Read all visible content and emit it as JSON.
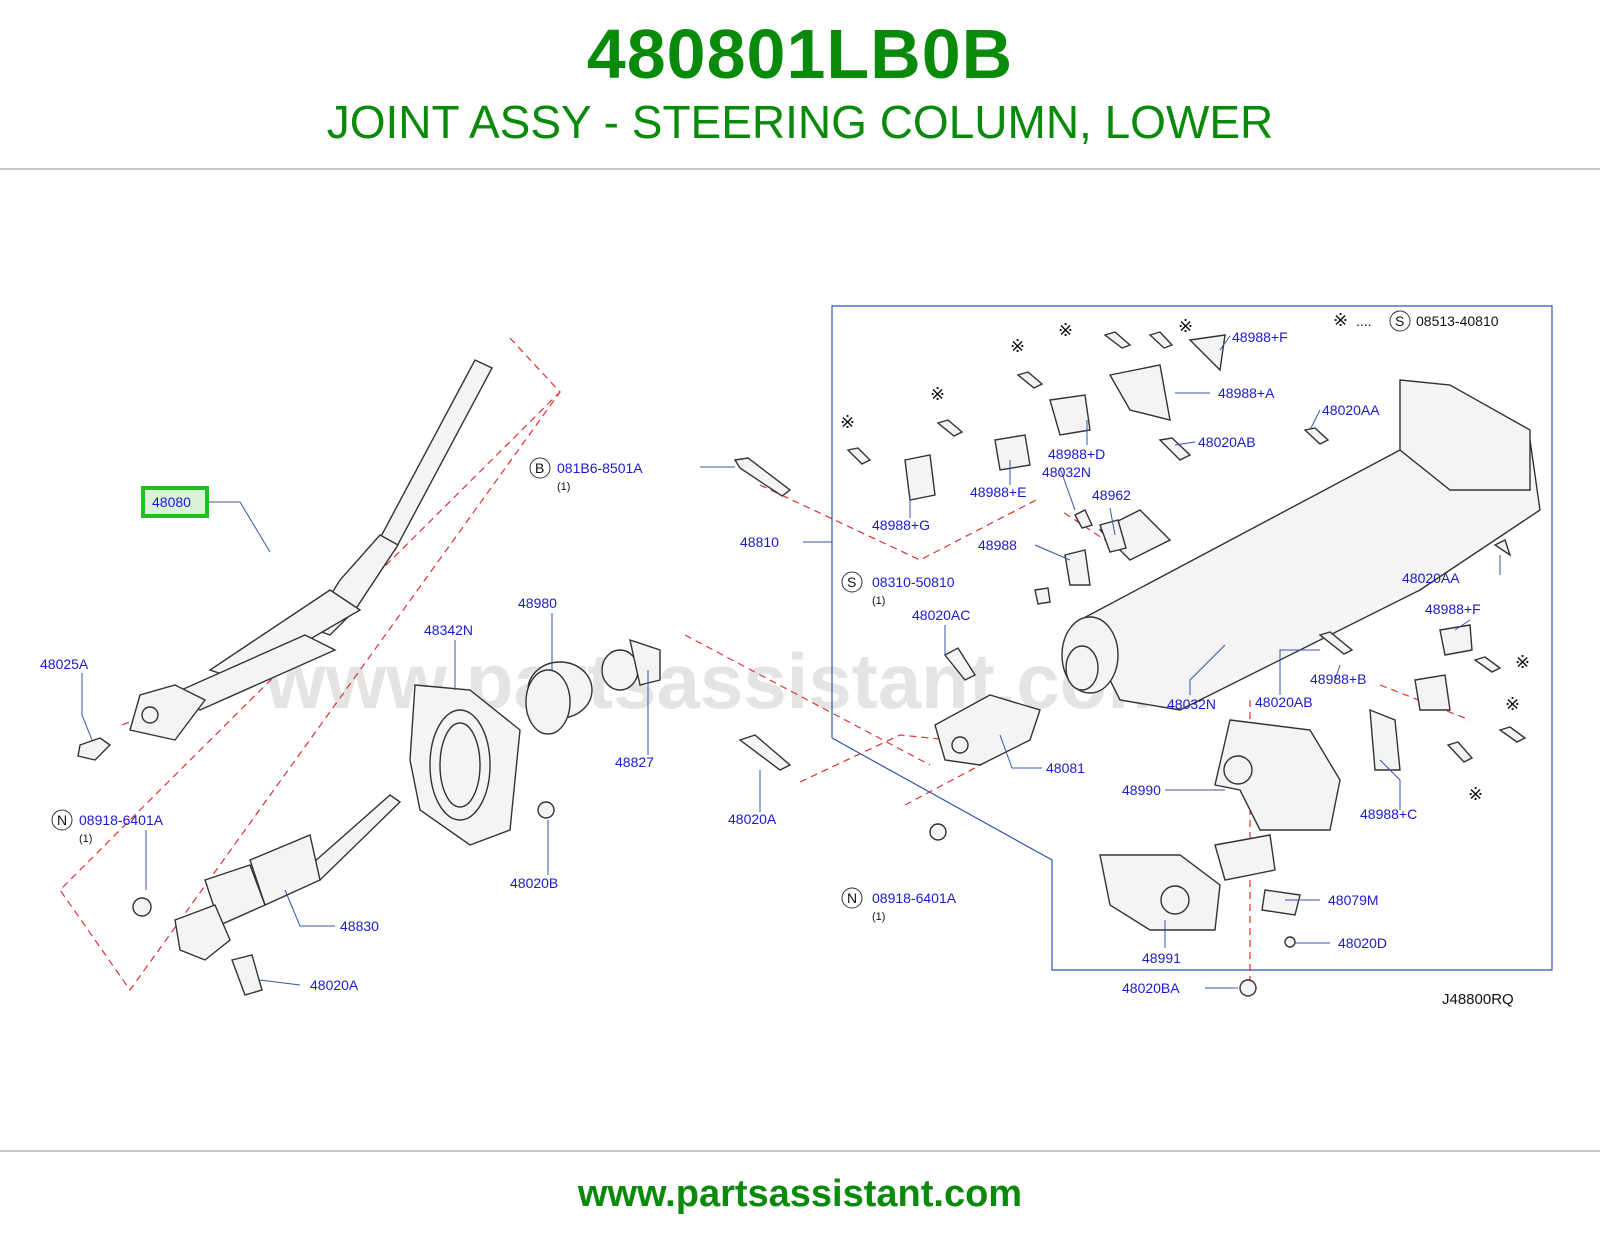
{
  "header": {
    "part_number": "480801LB0B",
    "description": "JOINT ASSY - STEERING COLUMN, LOWER"
  },
  "footer": {
    "site": "www.partsassistant.com"
  },
  "diagram": {
    "watermark": "www.partsassistant.com",
    "code": "J48800RQ",
    "highlight_color": "#1fbf1f",
    "legend": {
      "mark": "※",
      "dots": "....",
      "circle": "S",
      "part": "08513-40810"
    },
    "labels": {
      "l48080": "48080",
      "l48025A": "48025A",
      "l081B6": "081B6-8501A",
      "l08918a": "08918-6401A",
      "l08918b": "08918-6401A",
      "l08310": "08310-50810",
      "l48342N": "48342N",
      "l48980": "48980",
      "l48827": "48827",
      "l48830": "48830",
      "l48020A_1": "48020A",
      "l48020A_2": "48020A",
      "l48020B": "48020B",
      "l48810": "48810",
      "l48020AC": "48020AC",
      "l48081": "48081",
      "l48988G": "48988+G",
      "l48988E": "48988+E",
      "l48988D": "48988+D",
      "l48988F1": "48988+F",
      "l48988A": "48988+A",
      "l48020AA1": "48020AA",
      "l48020AB1": "48020AB",
      "l48032N1": "48032N",
      "l48962": "48962",
      "l48988": "48988",
      "l48020AA2": "48020AA",
      "l48988F2": "48988+F",
      "l48988B": "48988+B",
      "l48020AB2": "48020AB",
      "l48032N2": "48032N",
      "l48990": "48990",
      "l48988C": "48988+C",
      "l48079M": "48079M",
      "l48020D": "48020D",
      "l48991": "48991",
      "l48020BA": "48020BA"
    },
    "circles": {
      "B": "B",
      "N1": "N",
      "N2": "N",
      "S1": "S"
    },
    "quantities": {
      "q1": "(1)",
      "q2": "(1)",
      "q3": "(1)",
      "q4": "(1)"
    },
    "marks": {
      "m1": "※",
      "m2": "※",
      "m3": "※",
      "m4": "※",
      "m5": "※",
      "m6": "※",
      "m7": "※",
      "m8": "※"
    }
  }
}
